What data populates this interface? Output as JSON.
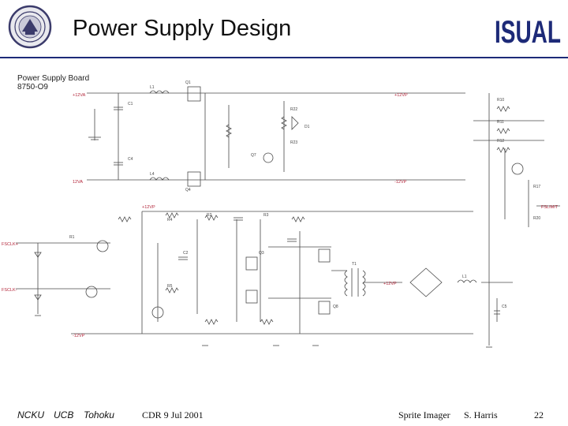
{
  "slide": {
    "title": "Power Supply Design",
    "logo_text": "ISUAL",
    "board_title": "Power Supply Board",
    "board_number": "8750-O9"
  },
  "schematic": {
    "net_labels": [
      "+12VA",
      "12VA",
      "+12VP",
      "-12VP",
      "+12VP",
      "+12VP",
      "FSCLK+",
      "FSCLK-",
      "-12VP",
      "FSLIMIT"
    ],
    "parts": [
      "L1",
      "Q1",
      "L4",
      "Q4",
      "C1",
      "C4",
      "R22",
      "D1",
      "R23",
      "Q7",
      "R1",
      "R2",
      "R3",
      "R4",
      "R5",
      "C2",
      "Q3",
      "Q8",
      "T1",
      "L1",
      "R10",
      "R11",
      "R12",
      "R17",
      "R20",
      "C5"
    ]
  },
  "footer": {
    "orgs": [
      "NCKU",
      "UCB",
      "Tohoku"
    ],
    "event": "CDR 9 Jul 2001",
    "project": "Sprite Imager",
    "author": "S. Harris",
    "page": "22"
  },
  "colors": {
    "rule": "#1d2a78",
    "logo": "#1d2a78",
    "seal": "#3b3b6b",
    "wire": "#4a4a4a",
    "label": "#b3263a"
  },
  "icons": {
    "seal": "university-seal-icon",
    "logo": "isual-logo-icon"
  }
}
